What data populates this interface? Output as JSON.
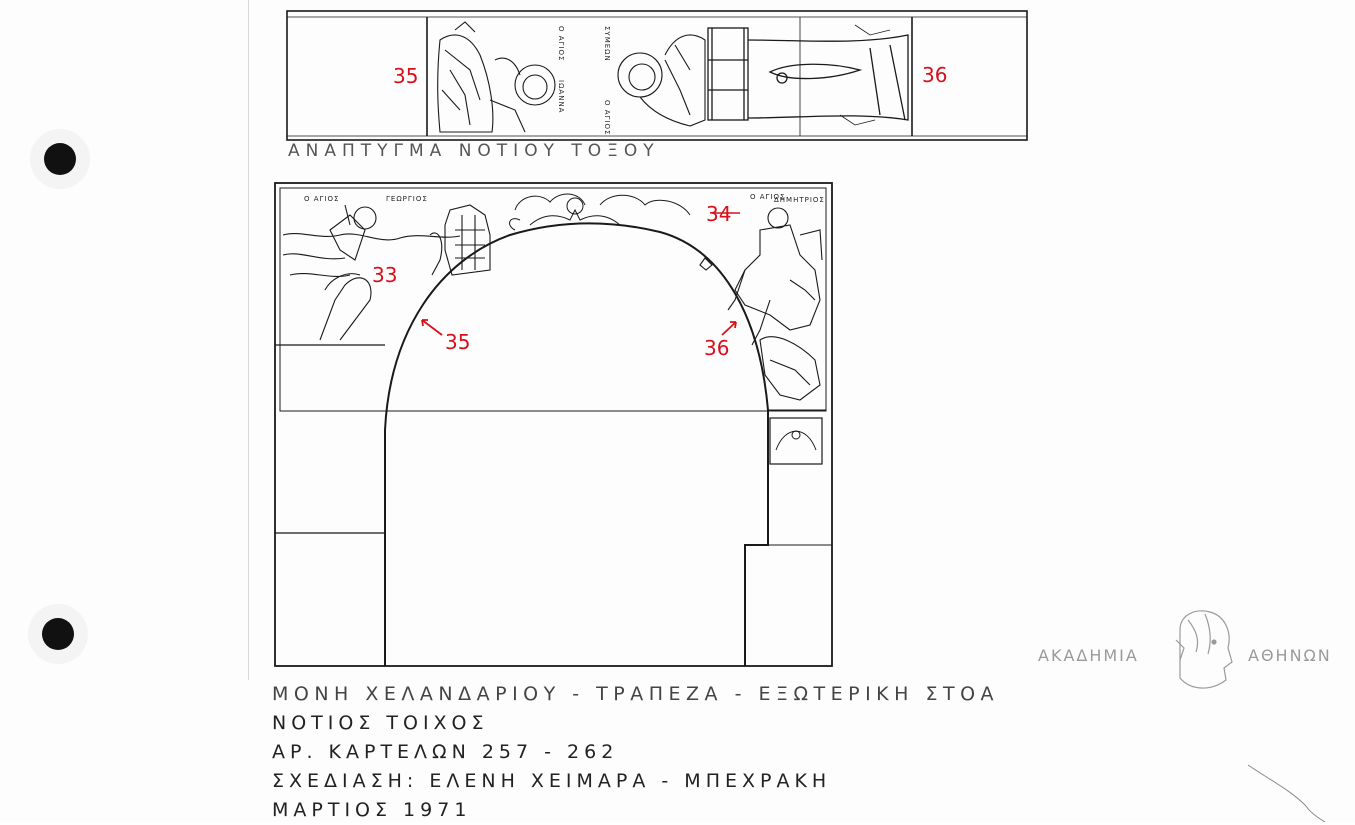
{
  "labels": {
    "n35_top": "35",
    "n36_top": "36",
    "n33": "33",
    "n34": "34",
    "n35_arch": "35",
    "n36_arch": "36"
  },
  "caption_upper": "ΑΝΑΠΤΥΓΜΑ ΝΟΤΙΟΥ ΤΟΞΟΥ",
  "figure_labels": {
    "joanna": "ΙΩΑΝΝΑ",
    "simeon": "ΣΥΜΕΩΝ",
    "agios1": "Ο ΑΓΙΟΣ",
    "agios2": "Ο ΑΓΙΟΣ",
    "georgios_a": "Ο ΑΓΙΟΣ",
    "georgios_b": "ΓΕΩΡΓΙΟΣ",
    "dimitrios_a": "Ο ΑΓΙΟΣ",
    "dimitrios_b": "ΔΗΜΗΤΡΙΟΣ"
  },
  "bottom_text": {
    "line1": "ΜΟΝΗ ΧΕΛΑΝΔΑΡΙΟΥ - ΤΡΑΠΕΖΑ - ΕΞΩΤΕΡΙΚΗ ΣΤΟΑ",
    "line2": "ΝΟΤΙΟΣ ΤΟΙΧΟΣ",
    "line3": "ΑΡ. ΚΑΡΤΕΛΩΝ 257 - 262",
    "line4": "ΣΧΕΔΙΑΣΗ: ΕΛΕΝΗ ΧΕΙΜΑΡΑ - ΜΠΕΧΡΑΚΗ",
    "line5": "ΜΑΡΤΙΟΣ 1971"
  },
  "logo": {
    "left": "ΑΚΑΔΗΜΙΑ",
    "right": "ΑΘΗΝΩΝ",
    "icon": "athena-head-icon"
  },
  "colors": {
    "annotation": "#d8101a",
    "ink": "#1a1a1a",
    "logo": "#9a9a9a"
  }
}
